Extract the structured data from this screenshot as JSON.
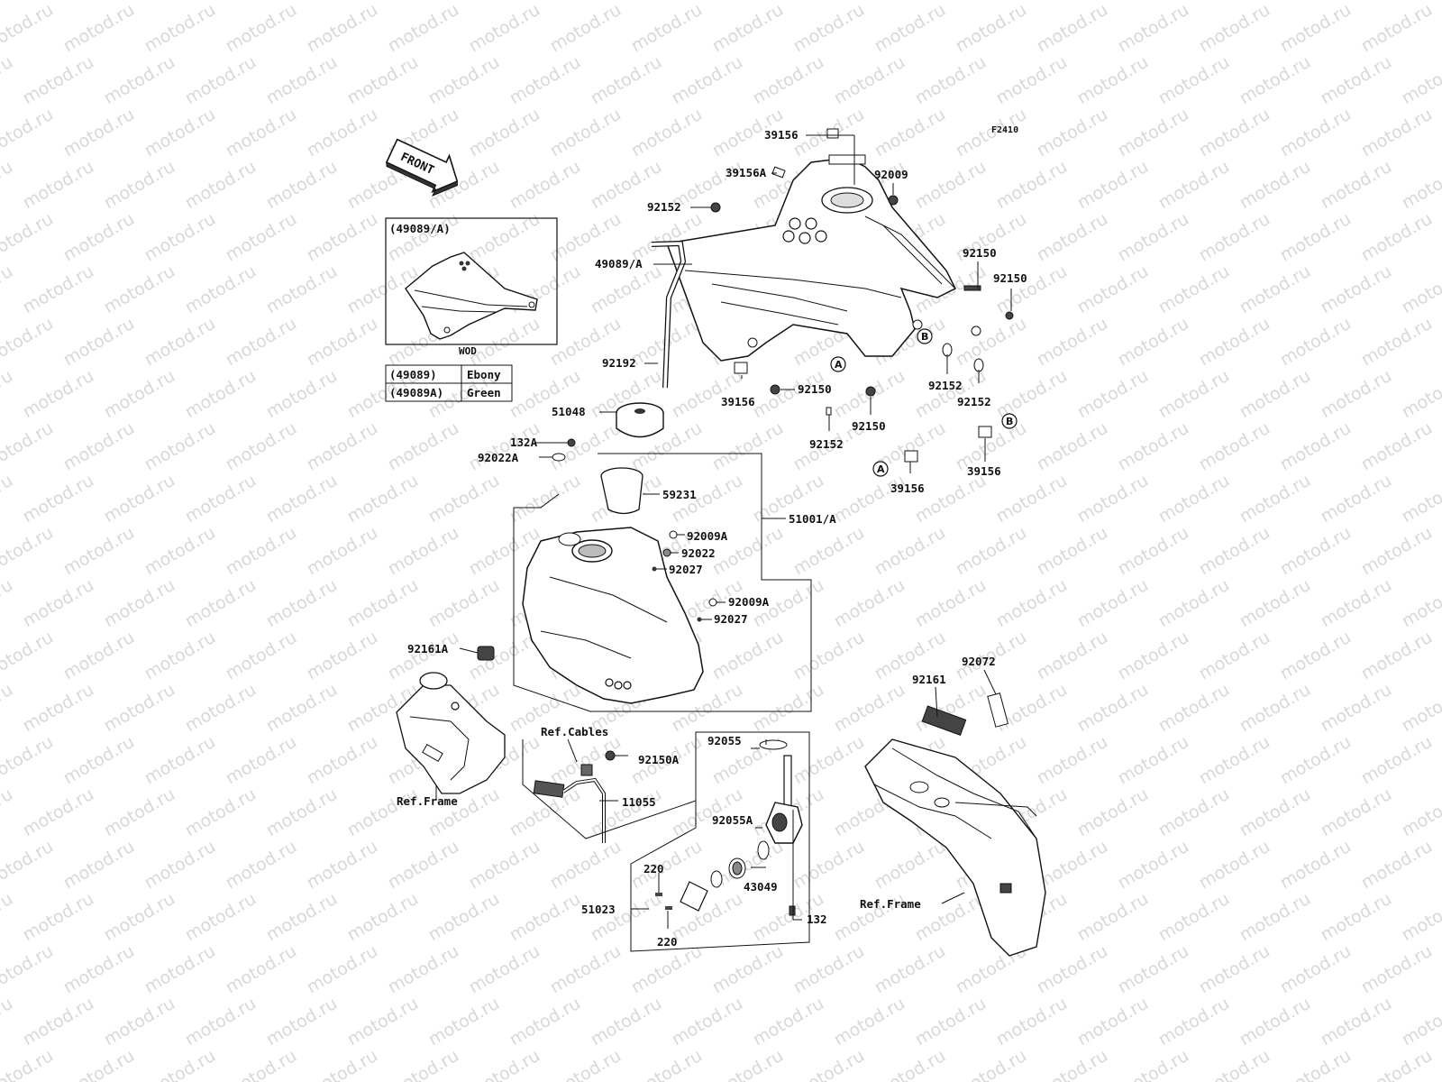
{
  "watermark": "motod.ru",
  "figure_code": "F2410",
  "front_label": "FRONT",
  "inset": {
    "title": "(49089/A)",
    "caption": "WOD",
    "variants": [
      {
        "code": "(49089)",
        "color": "Ebony"
      },
      {
        "code": "(49089A)",
        "color": "Green"
      }
    ]
  },
  "parts": {
    "p39156_top": "39156",
    "p39156A": "39156A",
    "p92152_top": "92152",
    "p49089A": "49089/A",
    "p92009": "92009",
    "p92150_r1": "92150",
    "p92150_r2": "92150",
    "p92192": "92192",
    "p39156_mid": "39156",
    "p92150_mid": "92150",
    "p92152_r1": "92152",
    "p92152_r2": "92152",
    "p92150_low": "92150",
    "p92152_low": "92152",
    "p39156_B": "39156",
    "p39156_A": "39156",
    "p51048": "51048",
    "p132A": "132A",
    "p92022A": "92022A",
    "p59231": "59231",
    "p51001A": "51001/A",
    "p92009A_1": "92009A",
    "p92022": "92022",
    "p92027_1": "92027",
    "p92009A_2": "92009A",
    "p92027_2": "92027",
    "p92161A": "92161A",
    "p92072": "92072",
    "p92161": "92161",
    "ref_cables": "Ref.Cables",
    "p92150A": "92150A",
    "ref_frame_left": "Ref.Frame",
    "p11055": "11055",
    "p92055": "92055",
    "p92055A": "92055A",
    "p220_1": "220",
    "p43049": "43049",
    "p51023": "51023",
    "p220_2": "220",
    "p132": "132",
    "ref_frame_right": "Ref.Frame"
  },
  "circle_refs": {
    "A1": "A",
    "A2": "A",
    "B1": "B",
    "B2": "B"
  }
}
